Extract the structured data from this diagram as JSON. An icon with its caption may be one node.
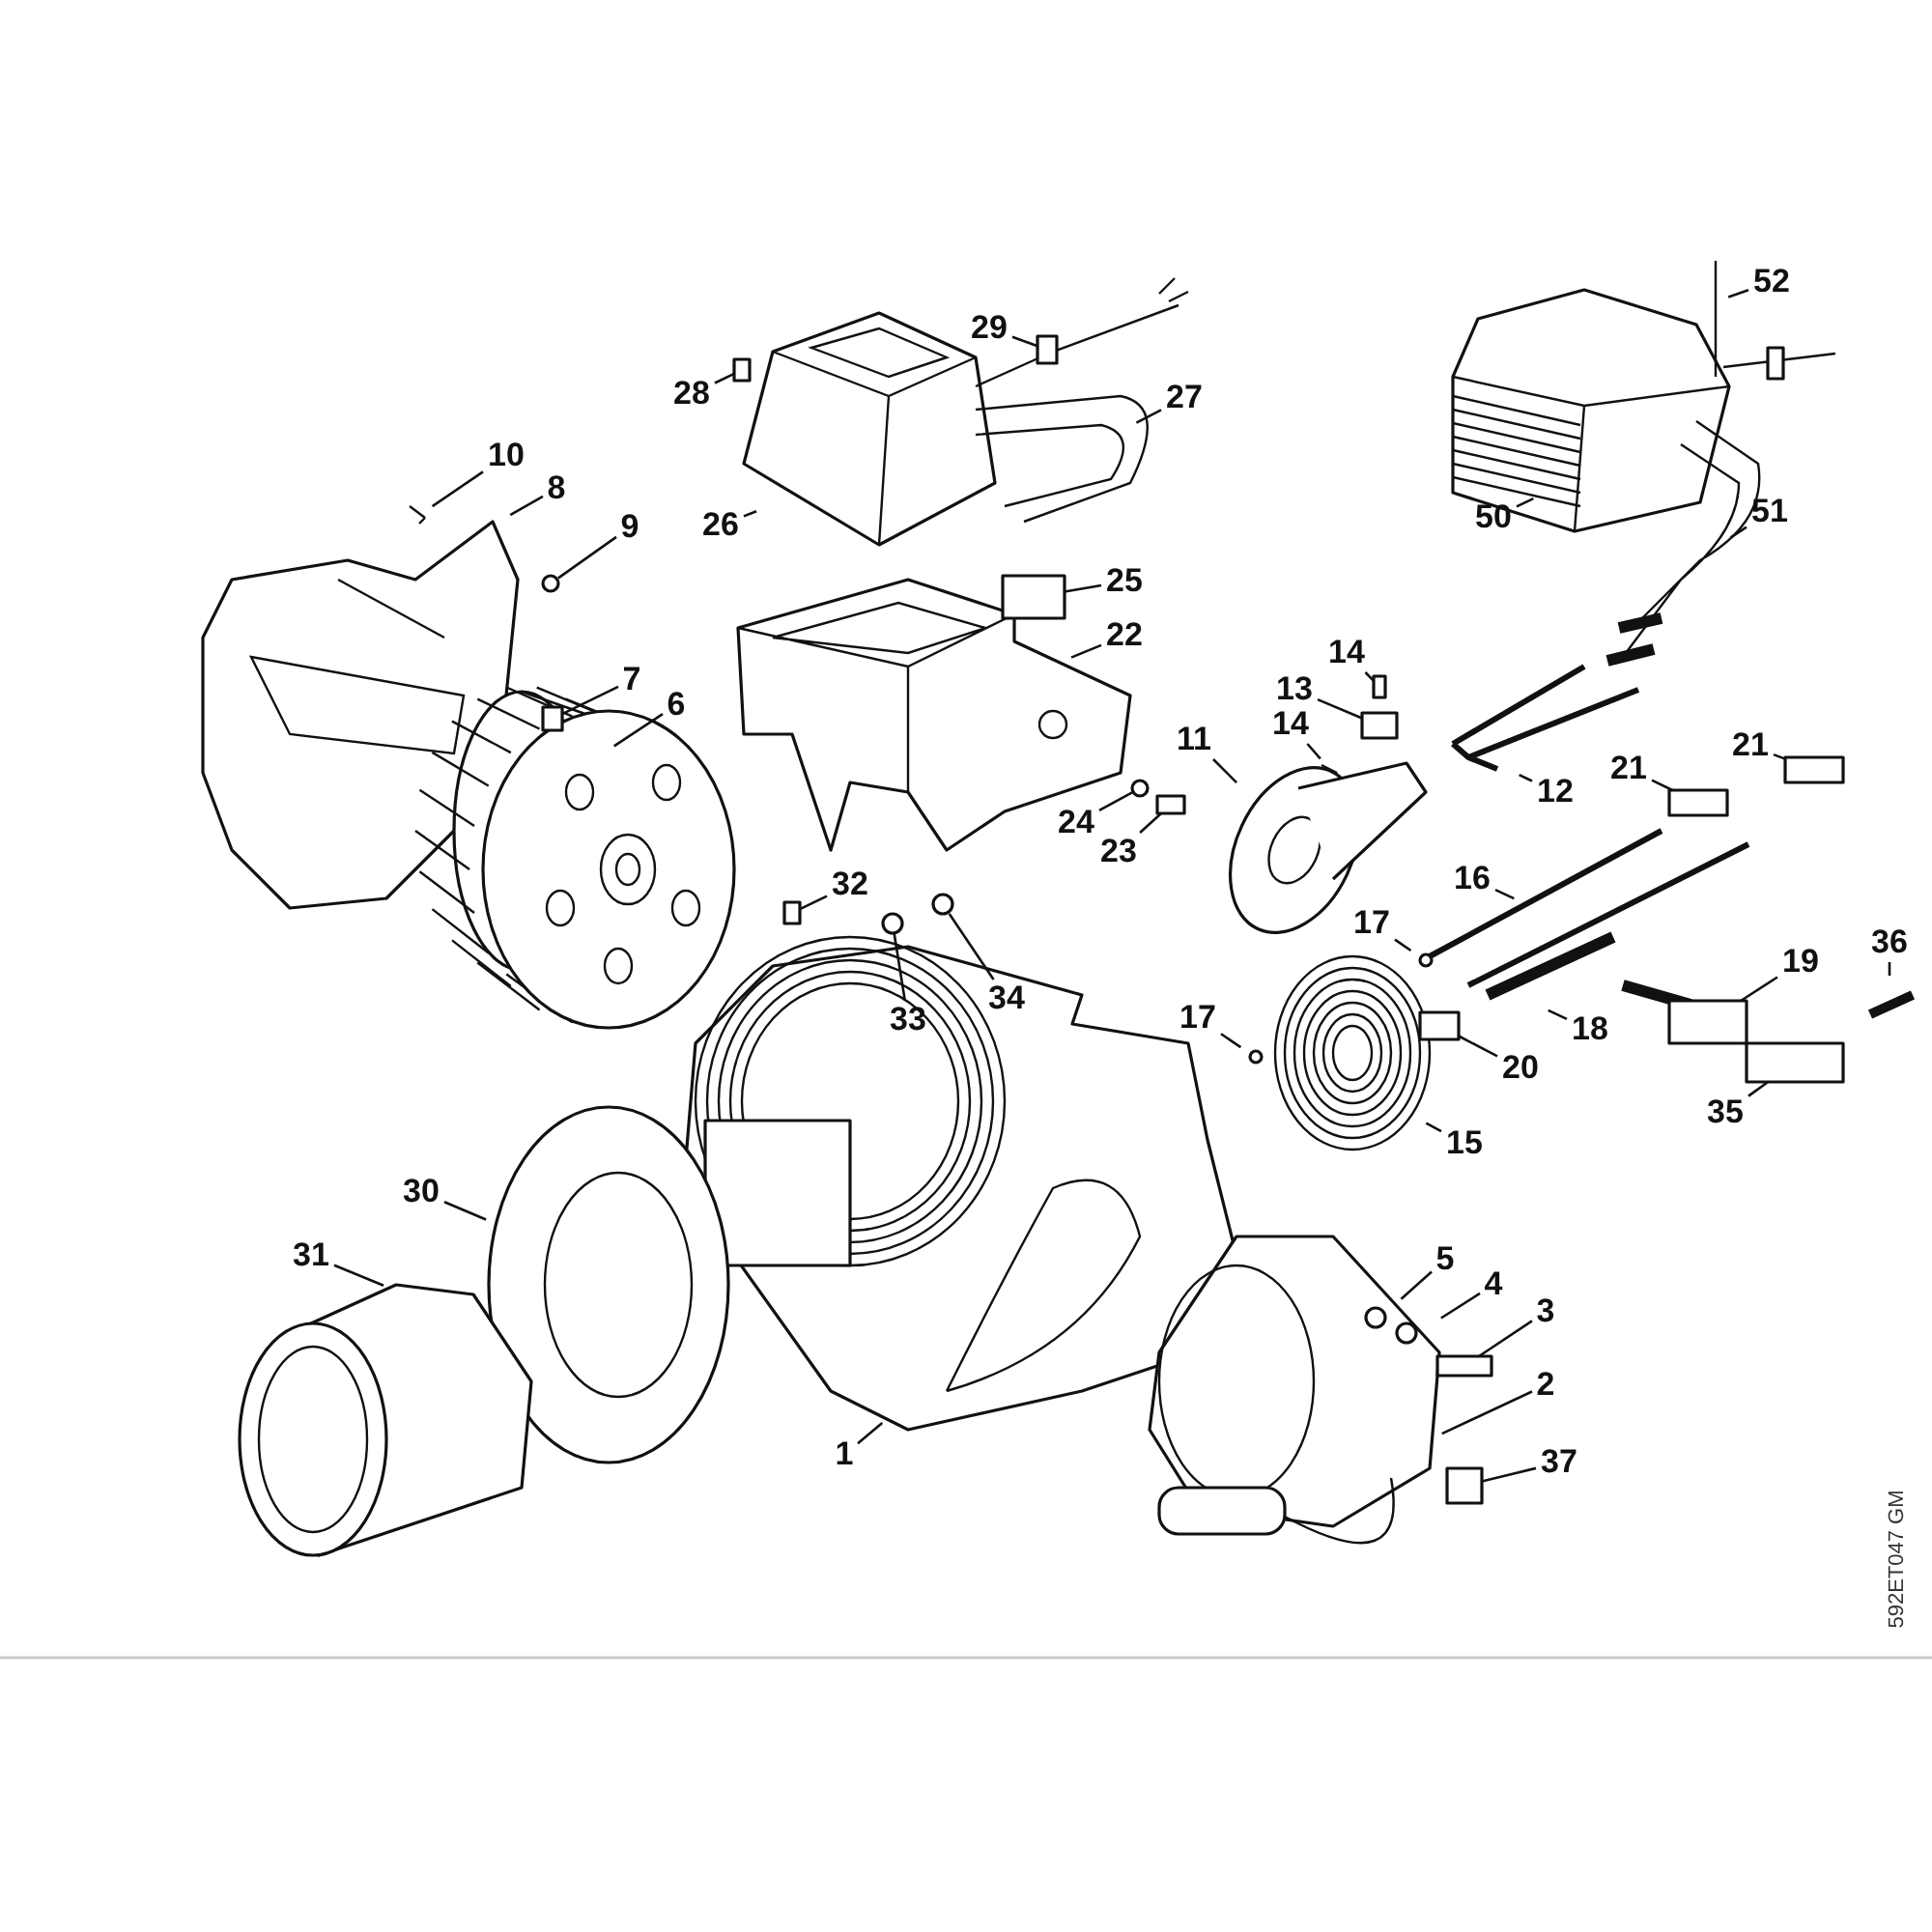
{
  "diagram": {
    "nodes": [
      {
        "text": [
          "10"
        ]
      },
      {
        "text": [
          "8"
        ]
      },
      {
        "text": [
          "9"
        ]
      },
      {
        "text": [
          "7"
        ]
      },
      {
        "text": [
          "6"
        ]
      },
      {
        "text": [
          "28"
        ]
      },
      {
        "text": [
          "29"
        ]
      },
      {
        "text": [
          "27"
        ]
      },
      {
        "text": [
          "26"
        ]
      },
      {
        "text": [
          "25"
        ]
      },
      {
        "text": [
          "22"
        ]
      },
      {
        "text": [
          "24"
        ]
      },
      {
        "text": [
          "23"
        ]
      },
      {
        "text": [
          "52"
        ]
      },
      {
        "text": [
          "50"
        ]
      },
      {
        "text": [
          "51"
        ]
      },
      {
        "text": [
          "14"
        ]
      },
      {
        "text": [
          "13"
        ]
      },
      {
        "text": [
          "14"
        ]
      },
      {
        "text": [
          "11"
        ]
      },
      {
        "text": [
          "12"
        ]
      },
      {
        "text": [
          "21"
        ]
      },
      {
        "text": [
          "21"
        ]
      },
      {
        "text": [
          "16"
        ]
      },
      {
        "text": [
          "17"
        ]
      },
      {
        "text": [
          "19"
        ]
      },
      {
        "text": [
          "36"
        ]
      },
      {
        "text": [
          "18"
        ]
      },
      {
        "text": [
          "20"
        ]
      },
      {
        "text": [
          "17"
        ]
      },
      {
        "text": [
          "15"
        ]
      },
      {
        "text": [
          "35"
        ]
      },
      {
        "text": [
          "32"
        ]
      },
      {
        "text": [
          "33"
        ]
      },
      {
        "text": [
          "34"
        ]
      },
      {
        "text": [
          "30"
        ]
      },
      {
        "text": [
          "31"
        ]
      },
      {
        "text": [
          "5"
        ]
      },
      {
        "text": [
          "4"
        ]
      },
      {
        "text": [
          "3"
        ]
      },
      {
        "text": [
          "2"
        ]
      },
      {
        "text": [
          "37"
        ]
      },
      {
        "text": [
          "1"
        ]
      },
      {
        "text": [],
        "shape": "circle"
      },
      {
        "text": [],
        "shape": "box"
      },
      {
        "text": [],
        "shape": "box"
      },
      {
        "text": [],
        "shape": "box"
      },
      {
        "text": [],
        "shape": "box"
      },
      {
        "text": [],
        "shape": "circle"
      },
      {
        "text": [],
        "shape": "circle"
      },
      {
        "text": [],
        "shape": "box"
      },
      {
        "text": [],
        "shape": "circle"
      },
      {
        "text": [],
        "shape": "box"
      },
      {
        "text": [],
        "shape": "box"
      },
      {
        "text": [],
        "shape": "box"
      },
      {
        "text": [],
        "shape": "box"
      },
      {
        "text": [],
        "shape": "box"
      },
      {
        "text": [],
        "shape": "box"
      },
      {
        "text": [],
        "shape": "box"
      },
      {
        "text": [],
        "shape": "box"
      },
      {
        "text": [],
        "shape": "box"
      },
      {
        "text": [],
        "shape": "box"
      }
    ],
    "edges": [
      {
        "from": 0,
        "to": null,
        "arrow": "none"
      },
      {
        "from": 1,
        "to": null,
        "arrow": "none"
      },
      {
        "from": 2,
        "to": 43,
        "arrow": "none"
      },
      {
        "from": 3,
        "to": 44,
        "arrow": "none"
      },
      {
        "from": 4,
        "to": null,
        "arrow": "none"
      },
      {
        "from": 5,
        "to": 45,
        "arrow": "none"
      },
      {
        "from": 6,
        "to": 46,
        "arrow": "none"
      },
      {
        "from": 7,
        "to": null,
        "arrow": "none"
      },
      {
        "from": 8,
        "to": null,
        "arrow": "none"
      },
      {
        "from": 9,
        "to": 59,
        "arrow": "none"
      },
      {
        "from": 10,
        "to": null,
        "arrow": "none"
      },
      {
        "from": 11,
        "to": 51,
        "arrow": "none"
      },
      {
        "from": 12,
        "to": 52,
        "arrow": "none"
      },
      {
        "from": 13,
        "to": null,
        "arrow": "none"
      },
      {
        "from": 14,
        "to": null,
        "arrow": "none"
      },
      {
        "from": 15,
        "to": null,
        "arrow": "none"
      },
      {
        "from": 16,
        "to": 55,
        "arrow": "none"
      },
      {
        "from": 17,
        "to": 53,
        "arrow": "none"
      },
      {
        "from": 18,
        "to": null,
        "arrow": "none"
      },
      {
        "from": 19,
        "to": null,
        "arrow": "none"
      },
      {
        "from": 20,
        "to": null,
        "arrow": "none"
      },
      {
        "from": 21,
        "to": 56,
        "arrow": "none"
      },
      {
        "from": 22,
        "to": 57,
        "arrow": "none"
      },
      {
        "from": 23,
        "to": null,
        "arrow": "none"
      },
      {
        "from": 24,
        "to": null,
        "arrow": "none"
      },
      {
        "from": 25,
        "to": 60,
        "arrow": "none"
      },
      {
        "from": 26,
        "to": null,
        "arrow": "none"
      },
      {
        "from": 27,
        "to": null,
        "arrow": "none"
      },
      {
        "from": 28,
        "to": 54,
        "arrow": "none"
      },
      {
        "from": 29,
        "to": null,
        "arrow": "none"
      },
      {
        "from": 30,
        "to": null,
        "arrow": "none"
      },
      {
        "from": 31,
        "to": 61,
        "arrow": "none"
      },
      {
        "from": 32,
        "to": 47,
        "arrow": "none"
      },
      {
        "from": 33,
        "to": 48,
        "arrow": "none"
      },
      {
        "from": 34,
        "to": 49,
        "arrow": "none"
      },
      {
        "from": 35,
        "to": null,
        "arrow": "none"
      },
      {
        "from": 36,
        "to": null,
        "arrow": "none"
      },
      {
        "from": 37,
        "to": null,
        "arrow": "none"
      },
      {
        "from": 38,
        "to": null,
        "arrow": "none"
      },
      {
        "from": 39,
        "to": 58,
        "arrow": "none"
      },
      {
        "from": 40,
        "to": null,
        "arrow": "none"
      },
      {
        "from": 41,
        "to": 50,
        "arrow": "none"
      },
      {
        "from": 42,
        "to": null,
        "arrow": "none"
      }
    ],
    "labels": [
      "592ET047 GM"
    ]
  }
}
